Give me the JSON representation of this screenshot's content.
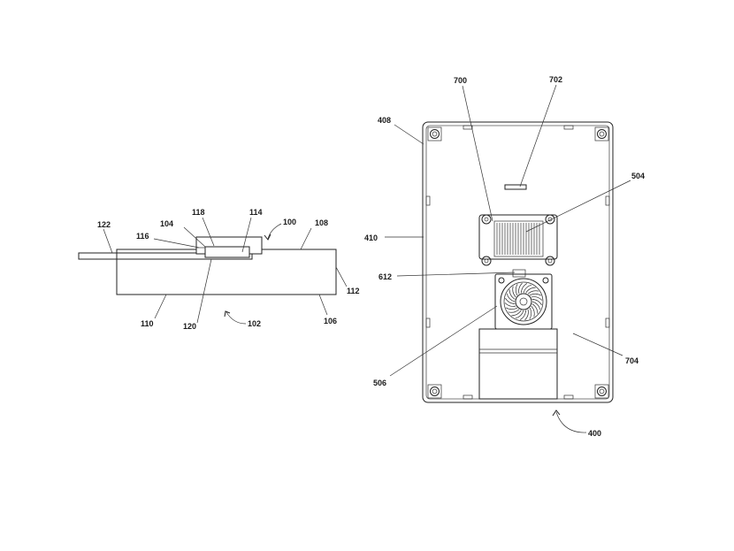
{
  "labels": {
    "l100": "100",
    "l102": "102",
    "l104": "104",
    "l106": "106",
    "l108": "108",
    "l110": "110",
    "l112": "112",
    "l114": "114",
    "l116": "116",
    "l118": "118",
    "l120": "120",
    "l122": "122",
    "l400": "400",
    "l408": "408",
    "l410": "410",
    "l504": "504",
    "l506": "506",
    "l612": "612",
    "l700": "700",
    "l702": "702",
    "l704": "704"
  }
}
